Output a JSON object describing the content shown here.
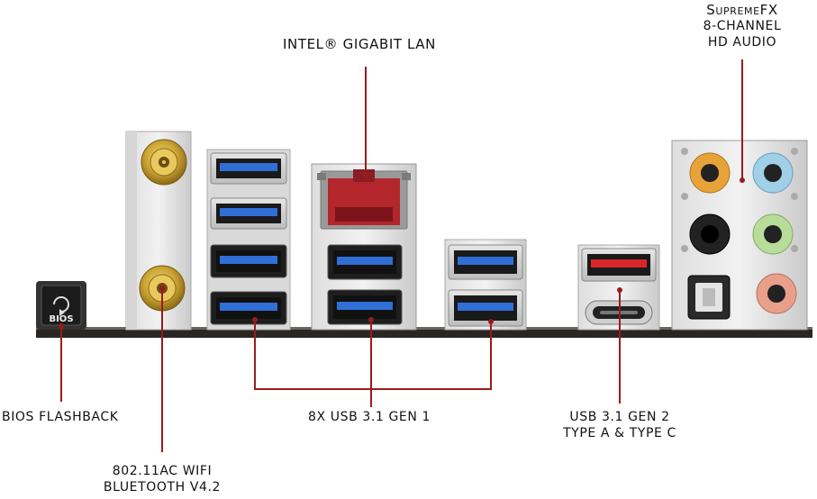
{
  "labels": {
    "lan": "INTEL® GIGABIT LAN",
    "audio": [
      "SupremeFX",
      "8-CHANNEL",
      "HD AUDIO"
    ],
    "bios": "BIOS FLASHBACK",
    "usb31gen1": "8X USB 3.1 GEN 1",
    "usb31gen2": [
      "USB 3.1 GEN 2",
      "TYPE A & TYPE C"
    ],
    "wifi": [
      "802.11AC WIFI",
      "BLUETOOTH V4.2"
    ]
  },
  "button_text": "BIOS",
  "colors": {
    "leader": "#9b1b1b",
    "usb3_blue": "#2f6fd6",
    "usb_gen2_red": "#d8262a",
    "lan_red": "#b3262c",
    "antenna_gold": "#c9a233",
    "audio_orange": "#e8a23a",
    "audio_blue": "#9fd0e8",
    "audio_black": "#222222",
    "audio_green": "#b8dc9a",
    "audio_pink": "#e8a08a"
  },
  "audio_jacks": [
    "orange",
    "blue",
    "black",
    "green",
    "optical",
    "pink"
  ]
}
